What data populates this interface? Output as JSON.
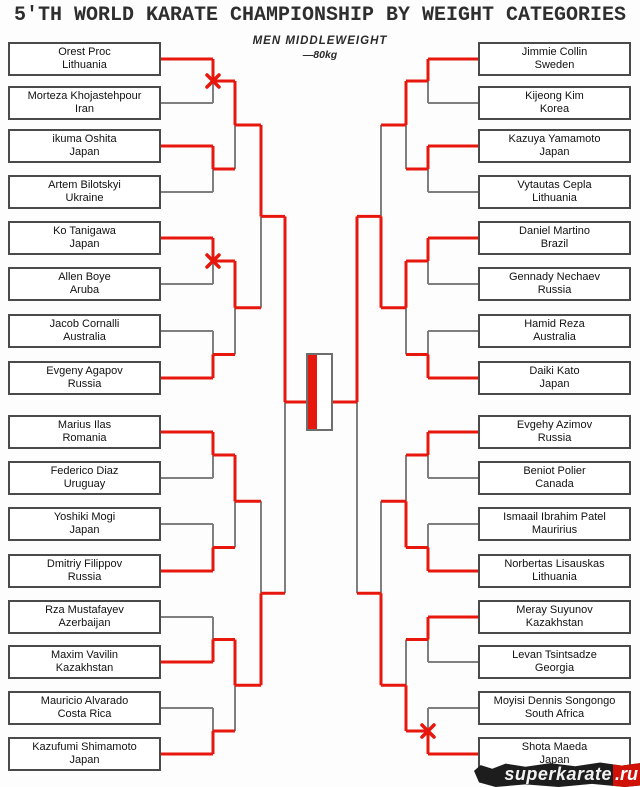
{
  "title": "5'TH WORLD KARATE CHAMPIONSHIP BY WEIGHT CATEGORIES",
  "division": "MEN  MIDDLEWEIGHT",
  "weight_class": "—80kg",
  "watermark": {
    "main": "superkarate",
    "suffix": ".ru"
  },
  "colors": {
    "win_line": "#e8170e",
    "lose_line": "#7f7f7f"
  },
  "final": {
    "champion_side": "left"
  },
  "bracket": {
    "left": {
      "competitors": [
        {
          "name": "Orest Proc",
          "country": "Lithuania"
        },
        {
          "name": "Morteza Khojastehpour",
          "country": "Iran"
        },
        {
          "name": "ikuma Oshita",
          "country": "Japan"
        },
        {
          "name": "Artem Bilotskyi",
          "country": "Ukraine"
        },
        {
          "name": "Ko Tanigawa",
          "country": "Japan"
        },
        {
          "name": "Allen Boye",
          "country": "Aruba"
        },
        {
          "name": "Jacob Cornalli",
          "country": "Australia"
        },
        {
          "name": "Evgeny Agapov",
          "country": "Russia"
        },
        {
          "name": "Marius Ilas",
          "country": "Romania"
        },
        {
          "name": "Federico Diaz",
          "country": "Uruguay"
        },
        {
          "name": "Yoshiki Mogi",
          "country": "Japan"
        },
        {
          "name": "Dmitriy Filippov",
          "country": "Russia"
        },
        {
          "name": "Rza Mustafayev",
          "country": "Azerbaijan"
        },
        {
          "name": "Maxim Vavilin",
          "country": "Kazakhstan"
        },
        {
          "name": "Mauricio Alvarado",
          "country": "Costa Rica"
        },
        {
          "name": "Kazufumi Shimamoto",
          "country": "Japan"
        }
      ],
      "results": {
        "round1": [
          {
            "winner": "top",
            "x_mark": true
          },
          {
            "winner": "top",
            "x_mark": false
          },
          {
            "winner": "top",
            "x_mark": true
          },
          {
            "winner": "bottom",
            "x_mark": false
          },
          {
            "winner": "top",
            "x_mark": false
          },
          {
            "winner": "bottom",
            "x_mark": false
          },
          {
            "winner": "bottom",
            "x_mark": false
          },
          {
            "winner": "bottom",
            "x_mark": false
          }
        ],
        "round2": [
          "top",
          "top",
          "top",
          "top"
        ],
        "round3": [
          "top",
          "bottom"
        ],
        "round4": [
          "top"
        ]
      }
    },
    "right": {
      "competitors": [
        {
          "name": "Jimmie Collin",
          "country": "Sweden"
        },
        {
          "name": "Kijeong Kim",
          "country": "Korea"
        },
        {
          "name": "Kazuya Yamamoto",
          "country": "Japan"
        },
        {
          "name": "Vytautas Cepla",
          "country": "Lithuania"
        },
        {
          "name": "Daniel Martino",
          "country": "Brazil"
        },
        {
          "name": "Gennady Nechaev",
          "country": "Russia"
        },
        {
          "name": "Hamid Reza",
          "country": "Australia"
        },
        {
          "name": "Daiki Kato",
          "country": "Japan"
        },
        {
          "name": "Evgehy Azimov",
          "country": "Russia"
        },
        {
          "name": "Beniot Polier",
          "country": "Canada"
        },
        {
          "name": "Ismaail Ibrahim Patel",
          "country": "Mauririus"
        },
        {
          "name": "Norbertas Lisauskas",
          "country": "Lithuania"
        },
        {
          "name": "Meray Suyunov",
          "country": "Kazakhstan"
        },
        {
          "name": "Levan Tsintsadze",
          "country": "Georgia"
        },
        {
          "name": "Moyisi Dennis Songongo",
          "country": "South Africa"
        },
        {
          "name": "Shota Maeda",
          "country": "Japan"
        }
      ],
      "results": {
        "round1": [
          {
            "winner": "top",
            "x_mark": false
          },
          {
            "winner": "top",
            "x_mark": false
          },
          {
            "winner": "top",
            "x_mark": false
          },
          {
            "winner": "bottom",
            "x_mark": false
          },
          {
            "winner": "top",
            "x_mark": false
          },
          {
            "winner": "bottom",
            "x_mark": false
          },
          {
            "winner": "top",
            "x_mark": false
          },
          {
            "winner": "bottom",
            "x_mark": true
          }
        ],
        "round2": [
          "top",
          "top",
          "bottom",
          "bottom"
        ],
        "round3": [
          "bottom",
          "bottom"
        ],
        "round4": [
          "top"
        ]
      }
    }
  }
}
